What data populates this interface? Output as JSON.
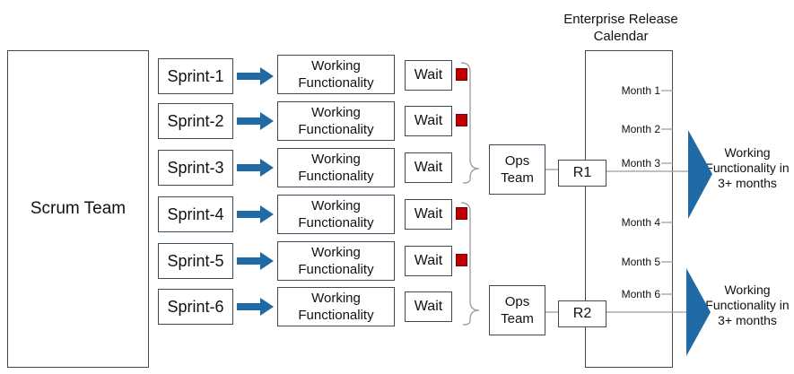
{
  "scrum_team": "Scrum Team",
  "sprints": [
    {
      "label": "Sprint-1",
      "functionality": "Working Functionality",
      "wait": "Wait",
      "blocked": true
    },
    {
      "label": "Sprint-2",
      "functionality": "Working Functionality",
      "wait": "Wait",
      "blocked": true
    },
    {
      "label": "Sprint-3",
      "functionality": "Working Functionality",
      "wait": "Wait",
      "blocked": false
    },
    {
      "label": "Sprint-4",
      "functionality": "Working Functionality",
      "wait": "Wait",
      "blocked": true
    },
    {
      "label": "Sprint-5",
      "functionality": "Working Functionality",
      "wait": "Wait",
      "blocked": true
    },
    {
      "label": "Sprint-6",
      "functionality": "Working Functionality",
      "wait": "Wait",
      "blocked": false
    }
  ],
  "ops_teams": [
    "Ops Team",
    "Ops Team"
  ],
  "releases": [
    "R1",
    "R2"
  ],
  "calendar": {
    "title": "Enterprise Release Calendar",
    "months": [
      "Month 1",
      "Month 2",
      "Month 3",
      "Month 4",
      "Month 5",
      "Month 6"
    ]
  },
  "results": [
    "Working Functionality in 3+ months",
    "Working Functionality in 3+ months"
  ],
  "colors": {
    "arrow": "#1f6aa5",
    "blocked": "#c00000",
    "outline": "#3c4a57",
    "line": "#8a8a8a"
  }
}
